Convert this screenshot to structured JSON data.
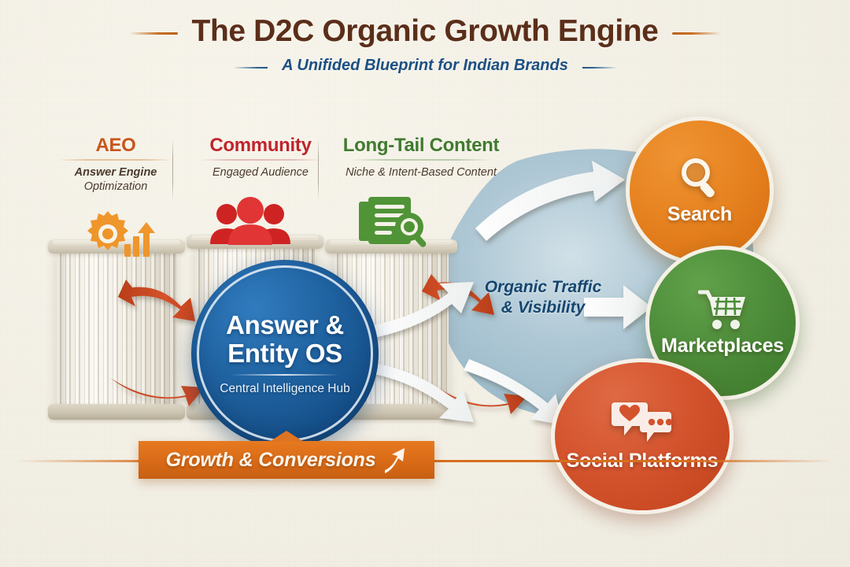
{
  "header": {
    "title": "The D2C Organic Growth Engine",
    "subtitle": "A Unifided Blueprint for Indian Brands"
  },
  "pillars": [
    {
      "title": "AEO",
      "subtitle_line1": "Answer Engine",
      "subtitle_line2": "Optimization",
      "icon": "gear-growth-icon",
      "color": "#c8541a"
    },
    {
      "title": "Community",
      "subtitle_line1": "Engaged Audience",
      "subtitle_line2": "",
      "icon": "people-group-icon",
      "color": "#c0232a"
    },
    {
      "title": "Long-Tail Content",
      "subtitle_line1": "Niche & Intent-Based Content",
      "subtitle_line2": "",
      "icon": "document-search-icon",
      "color": "#3f7a2e"
    }
  ],
  "hub": {
    "title_line1": "Answer &",
    "title_line2": "Entity OS",
    "subtitle": "Central Intelligence Hub",
    "color": "#1c5f9e"
  },
  "flow": {
    "label_line1": "Organic Traffic",
    "label_line2": "& Visibility",
    "color": "#13456f"
  },
  "outcomes": [
    {
      "label": "Search",
      "icon": "magnifier-icon",
      "color": "#e8821f"
    },
    {
      "label": "Marketplaces",
      "icon": "shopping-cart-icon",
      "color": "#4c8c39"
    },
    {
      "label": "Social Platforms",
      "icon": "heart-chat-icon",
      "color": "#d4522c"
    }
  ],
  "banner": {
    "label": "Growth & Conversions",
    "icon": "trend-up-arrow-icon",
    "color": "#d96a16"
  },
  "palette": {
    "background": "#f4f1e7",
    "title": "#5a2d18",
    "subtitle": "#1b4f84",
    "blob": "#8fb2c4",
    "inbound_arrow": "#c6421c"
  }
}
